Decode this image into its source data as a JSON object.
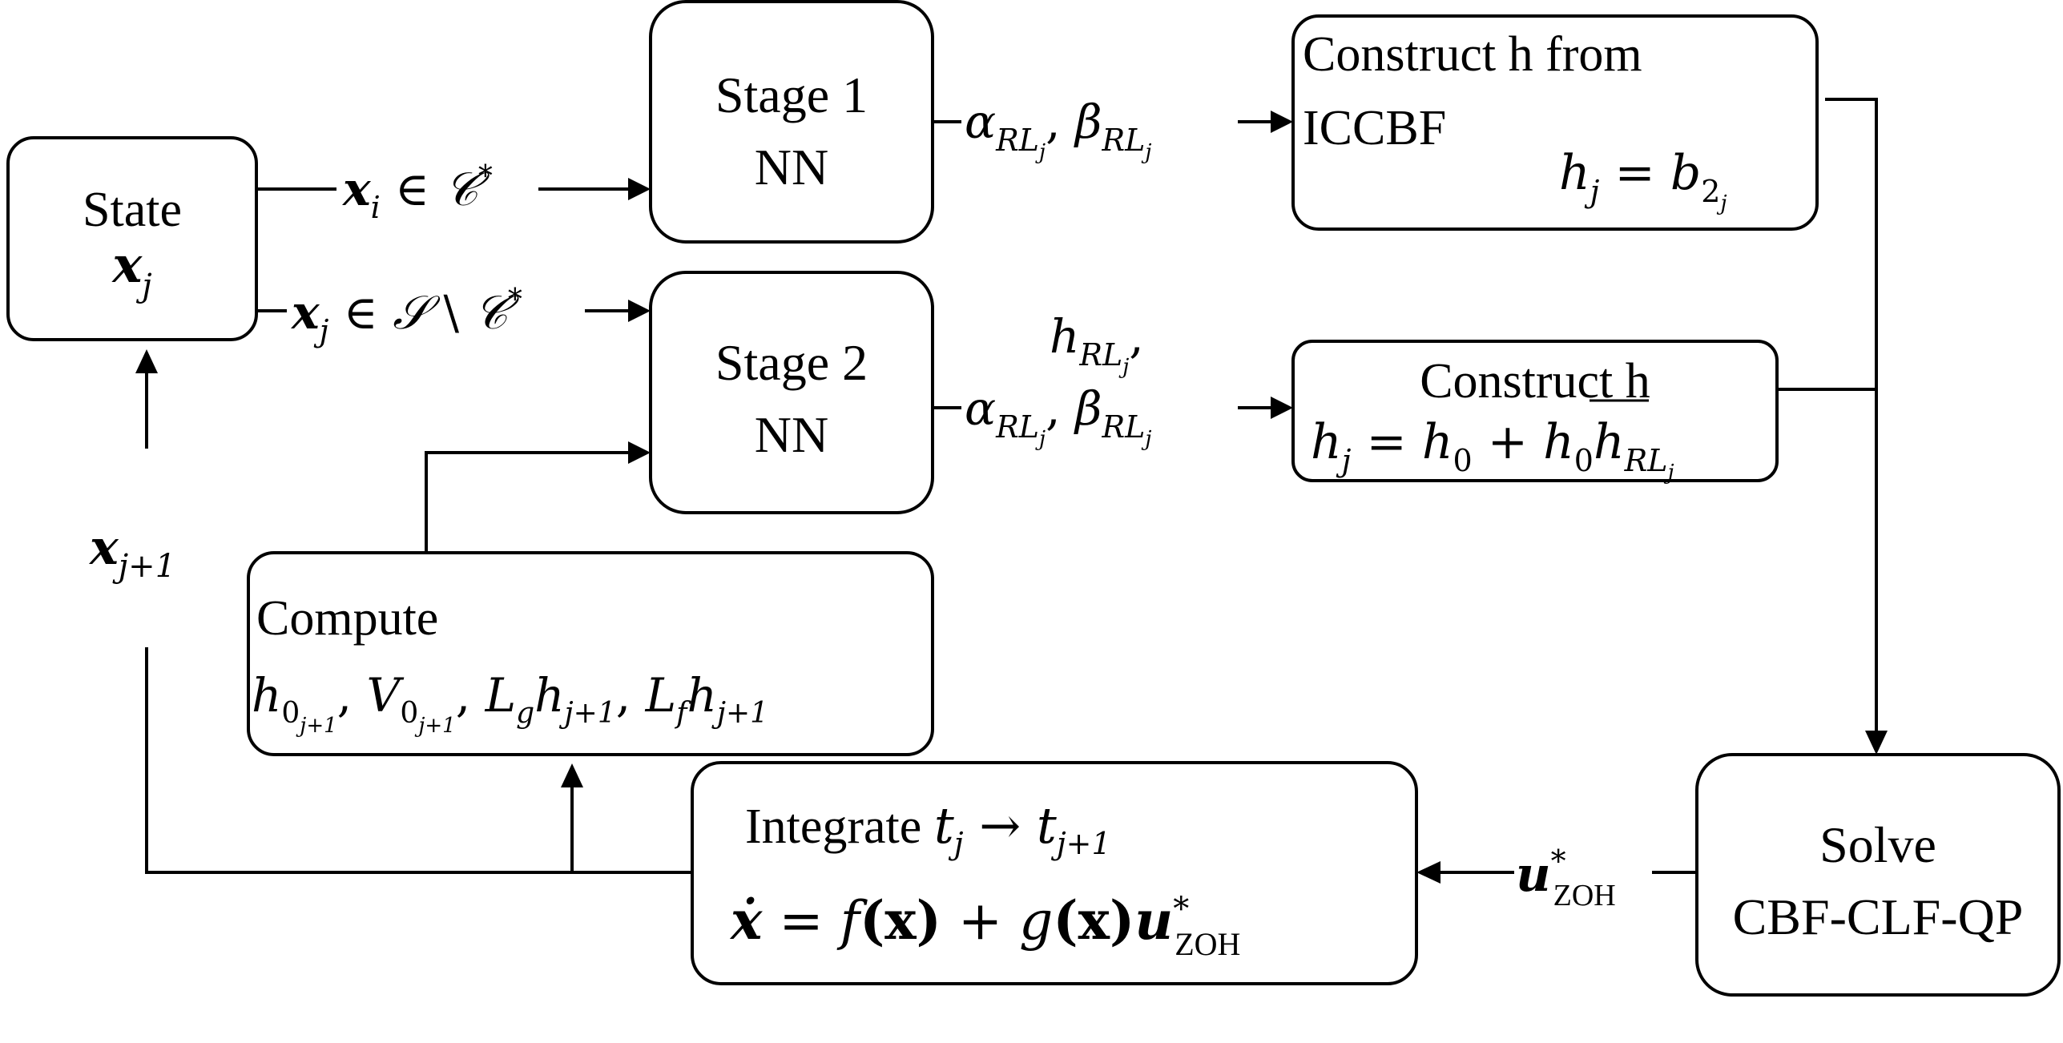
{
  "nodes": {
    "state": {
      "line1": "State",
      "var": "x",
      "sub": "j"
    },
    "stage1": {
      "line1": "Stage 1",
      "line2": "NN"
    },
    "stage2": {
      "line1": "Stage 2",
      "line2": "NN"
    },
    "construct1": {
      "line1": "Construct h from",
      "line2": "ICCBF",
      "eq_lhs": "h",
      "eq_lhs_sub": "j",
      "eq_rel": " = ",
      "eq_rhs": "b",
      "eq_rhs_sub": "2",
      "eq_rhs_subsub": "j"
    },
    "construct2": {
      "line1": "Construct h",
      "eq": "h",
      "eq_sub": "j",
      "eq_rest": " = h",
      "eq_rest_sub": "0",
      "eq_plus": " + h",
      "eq_plus_sub": "0",
      "eq_tail": "h",
      "eq_tail_sub": "RL",
      "eq_tail_subsub": "j"
    },
    "compute": {
      "line1": "Compute",
      "t1": "h",
      "t1_sub": "0",
      "t1_subsub": "j+1",
      "t2": "V",
      "t2_sub": "0",
      "t2_subsub": "j+1",
      "t3": "L",
      "t3_sub": "g",
      "t3_b": "h",
      "t3_bsub": "j+1",
      "t4": "L",
      "t4_sub": "f",
      "t4_b": "h",
      "t4_bsub": "j+1",
      "sep": ", "
    },
    "integrate": {
      "label": "Integrate ",
      "t": "t",
      "t_sub": "j",
      "arrow": " → ",
      "t2": "t",
      "t2_sub": "j+1",
      "eq_lhs": "ẋ",
      "eq_rel": " = ",
      "f": "f",
      "paren_x": "(x)",
      "plus": " + ",
      "g": "g",
      "u": "u",
      "u_sup": "*",
      "u_sub": "ZOH"
    },
    "solve": {
      "line1": "Solve",
      "line2": "CBF-CLF-QP"
    }
  },
  "edge_labels": {
    "x_in_C": {
      "var": "x",
      "sub": "i",
      "rel": " ∈ ",
      "set": "𝒞",
      "sup": "*"
    },
    "x_in_S_minus_C": {
      "var": "x",
      "sub": "j",
      "rel": " ∈ ",
      "set": "𝒮",
      "minus": " \\ ",
      "set2": "𝒞",
      "sup": "*"
    },
    "alpha_beta_1": {
      "a": "α",
      "a_sub": "RL",
      "a_subsub": "j",
      "comma": ", ",
      "b": "β",
      "b_sub": "RL",
      "b_subsub": "j"
    },
    "h_rl": {
      "h": "h",
      "h_sub": "RL",
      "h_subsub": "j",
      "comma": ","
    },
    "alpha_beta_2": {
      "a": "α",
      "a_sub": "RL",
      "a_subsub": "j",
      "comma": ", ",
      "b": "β",
      "b_sub": "RL",
      "b_subsub": "j"
    },
    "x_next": {
      "var": "x",
      "sub": "j+1"
    },
    "u_zoh": {
      "var": "u",
      "sup": "*",
      "sub": "ZOH"
    }
  }
}
